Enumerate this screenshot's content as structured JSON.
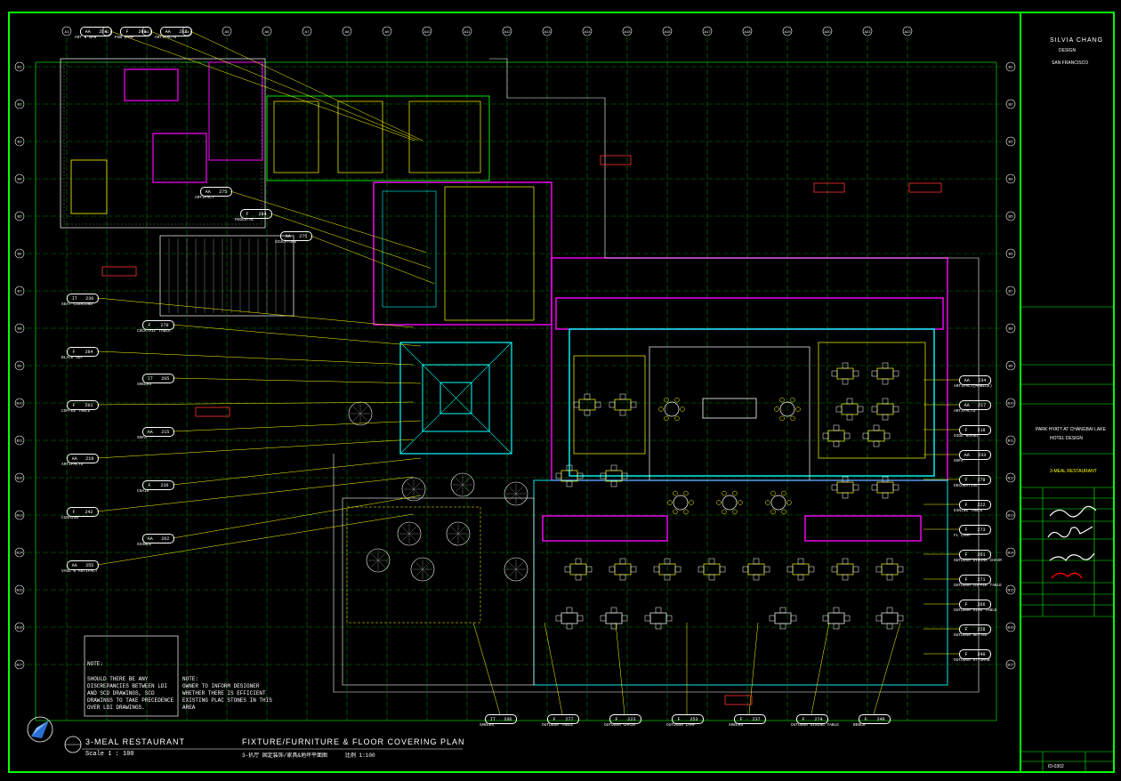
{
  "drawing": {
    "title_left": "3-MEAL RESTAURANT",
    "scale_left": "Scale 1 : 100",
    "title_center": "FIXTURE/FURNITURE & FLOOR COVERING PLAN",
    "title_center_cn": "3-扒厅  固定装饰/家具&地坪平面图",
    "scale_center": "比例 1:100"
  },
  "notes": {
    "note1_head": "NOTE:",
    "note1_body": "SHOULD THERE BE ANY DISCREPANCIES BETWEEN LDI AND SCD DRAWINGS, SCD DRAWINGS TO TAKE PRECEDENCE OVER LDI DRAWINGS.",
    "note2_head": "NOTE:",
    "note2_body": "OWNER TO INFORM DESIGNER WHETHER THERE IS EFFICIENT EXISTING PLAC STONES IN THIS AREA"
  },
  "title_block": {
    "firm": "SILVIA CHANG",
    "firm_sub": "DESIGN",
    "city": "SAN FRANCISCO",
    "project_en": "PARK HYATT AT CHANGBAI LAKE",
    "project_sub": "HOTEL DESIGN",
    "sheet_area": "3-MEAL RESTAURANT",
    "drawing_no": "ID-0302"
  },
  "callouts_left": [
    {
      "code": "AA",
      "num": "224",
      "label": "ART & BAR"
    },
    {
      "code": "F",
      "num": "208",
      "label": "PUB LAMP"
    },
    {
      "code": "AA",
      "num": "232",
      "label": "ARTIFACTS"
    },
    {
      "code": "AA",
      "num": "275",
      "label": "ARTIFACT"
    },
    {
      "code": "F",
      "num": "284",
      "label": "PEDESTAL"
    },
    {
      "code": "AA",
      "num": "275",
      "label": "SCULPTURE"
    },
    {
      "code": "IT",
      "num": "236",
      "label": "SEAT CUSHIONS"
    },
    {
      "code": "F",
      "num": "270",
      "label": "COCKTAIL TABLE"
    },
    {
      "code": "F",
      "num": "284",
      "label": "BLACK OUT"
    },
    {
      "code": "IT",
      "num": "205",
      "label": "SHEERS"
    },
    {
      "code": "F",
      "num": "201",
      "label": "COFFEE TABLE"
    },
    {
      "code": "AA",
      "num": "215",
      "label": "SOFA"
    },
    {
      "code": "AA",
      "num": "219",
      "label": "ARTIFACTS"
    },
    {
      "code": "F",
      "num": "236",
      "label": "CHAIR"
    },
    {
      "code": "F",
      "num": "242",
      "label": "CUSHION"
    },
    {
      "code": "AA",
      "num": "262",
      "label": "SCONCE"
    },
    {
      "code": "AA",
      "num": "255",
      "label": "VASE & ARTIFACT"
    }
  ],
  "callouts_right": [
    {
      "code": "AA",
      "num": "234",
      "label": "ARTIFACT(MOBILE)"
    },
    {
      "code": "AA",
      "num": "217",
      "label": "ARTIFACTS"
    },
    {
      "code": "F",
      "num": "218",
      "label": "SIDE BOARD"
    },
    {
      "code": "AA",
      "num": "233",
      "label": "SOFA"
    },
    {
      "code": "F",
      "num": "279",
      "label": "DECORATIVE"
    },
    {
      "code": "F",
      "num": "222",
      "label": "DINING TABLE"
    },
    {
      "code": "F",
      "num": "273",
      "label": "FL LAMP"
    },
    {
      "code": "F",
      "num": "261",
      "label": "OUTDOOR DINING CHAIR"
    },
    {
      "code": "F",
      "num": "271",
      "label": "OUTDOOR COFFEE TABLE"
    },
    {
      "code": "F",
      "num": "266",
      "label": "OUTDOOR SIDE TABLE"
    },
    {
      "code": "F",
      "num": "228",
      "label": "OUTDOOR SETTEE"
    },
    {
      "code": "F",
      "num": "240",
      "label": "OUTDOOR OTTOMAN"
    }
  ],
  "callouts_bottom": [
    {
      "code": "IT",
      "num": "236",
      "label": "SHEERS"
    },
    {
      "code": "F",
      "num": "277",
      "label": "OUTDOOR TABLE"
    },
    {
      "code": "F",
      "num": "223",
      "label": "OUTDOOR CHAIR"
    },
    {
      "code": "F",
      "num": "253",
      "label": "OUTDOOR LAMP"
    },
    {
      "code": "F",
      "num": "237",
      "label": "SHEERS"
    },
    {
      "code": "F",
      "num": "274",
      "label": "OUTDOOR DINING TABLE"
    },
    {
      "code": "F",
      "num": "249",
      "label": "BENCH"
    }
  ],
  "grid_labels_top": [
    "A1",
    "A2",
    "A3",
    "A4",
    "A5",
    "A6",
    "A7",
    "A8",
    "A9",
    "A10",
    "A11",
    "A12",
    "A13",
    "A14",
    "A15",
    "A16",
    "A17",
    "A18",
    "A19",
    "A20",
    "A21",
    "A22"
  ],
  "grid_labels_side": [
    "B1",
    "B2",
    "B3",
    "B4",
    "B5",
    "B6",
    "B7",
    "B8",
    "B9",
    "B10",
    "B11",
    "B12",
    "B13",
    "B14",
    "B15",
    "B16",
    "B17"
  ],
  "colors": {
    "border": "#00ff00",
    "linework": "#ffff00",
    "walls": "#ff00ff",
    "hatch": "#00ffff",
    "text": "#ffffff",
    "accent": "#ff0000"
  }
}
